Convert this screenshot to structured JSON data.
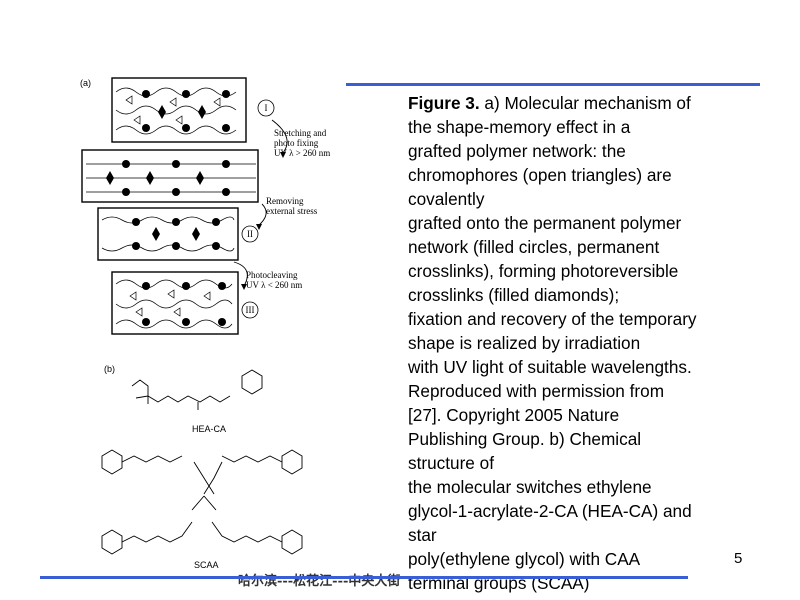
{
  "figure_a": {
    "panel_label": "(a)",
    "steps": [
      {
        "label": "Stretching and photo fixing UV λ > 260 nm",
        "lines": [
          "Stretching and",
          "photo fixing",
          "UV λ > 260 nm"
        ]
      },
      {
        "label": "Removing external stress",
        "lines": [
          "Removing",
          "external stress"
        ]
      },
      {
        "label": "Photocleaving UV λ < 260 nm",
        "lines": [
          "Photocleaving",
          "UV λ < 260 nm"
        ]
      }
    ],
    "stages": [
      "I",
      "II",
      "III"
    ]
  },
  "figure_b": {
    "panel_label": "(b)",
    "compound_1": "HEA-CA",
    "compound_2": "SCAA"
  },
  "caption": {
    "bold_prefix": "Figure 3.",
    "first_line_rest": " a) Molecular mechanism of",
    "lines": [
      "the shape-memory effect in a",
      "grafted polymer network: the",
      "chromophores (open triangles) are",
      "covalently",
      "grafted onto the permanent polymer",
      "network (filled circles, permanent",
      "crosslinks), forming photoreversible",
      "crosslinks (filled diamonds);",
      "fixation and recovery of the temporary",
      "shape is realized by irradiation",
      "with UV light of suitable wavelengths.",
      "Reproduced with permission from",
      "[27]. Copyright 2005 Nature",
      "Publishing Group. b) Chemical",
      "structure of",
      "the molecular switches ethylene",
      "glycol-1-acrylate-2-CA (HEA-CA) and",
      "star",
      "poly(ethylene glycol) with CAA",
      "terminal groups (SCAA)"
    ]
  },
  "page_number": "5",
  "footer_text": "哈尔滨---松花江---中央大街",
  "colors": {
    "rule": "#3a5ed6",
    "text": "#000000",
    "background": "#ffffff"
  }
}
